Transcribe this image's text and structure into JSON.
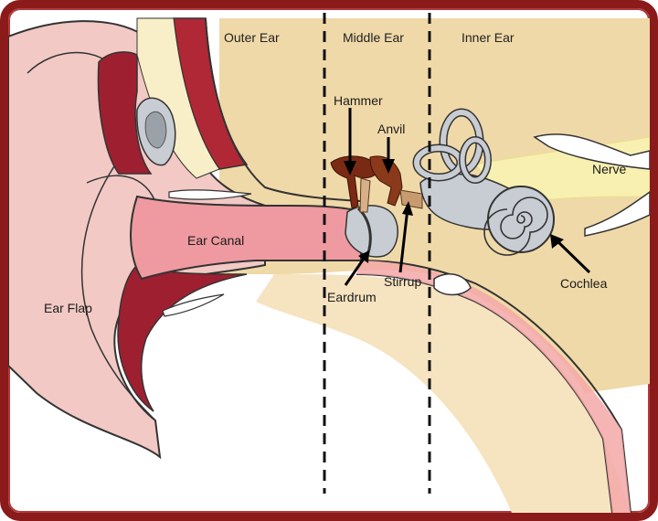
{
  "sections": {
    "outer_ear": "Outer Ear",
    "middle_ear": "Middle Ear",
    "inner_ear": "Inner Ear"
  },
  "labels": {
    "hammer": "Hammer",
    "anvil": "Anvil",
    "stirrup": "Stirrup",
    "eardrum": "Eardrum",
    "ear_canal": "Ear Canal",
    "ear_flap": "Ear Flap",
    "nerve": "Nerve",
    "cochlea": "Cochlea"
  },
  "colors": {
    "frame": "#8b1a1a",
    "skin": "#f2c9c4",
    "flesh_dark": "#9e2030",
    "tan": "#f0d9a8",
    "canal": "#ee9aa0",
    "inner_grey": "#c8cdd3",
    "ossicle_brown": "#8a3a1a",
    "nerve_yellow": "#f7f0b0"
  }
}
